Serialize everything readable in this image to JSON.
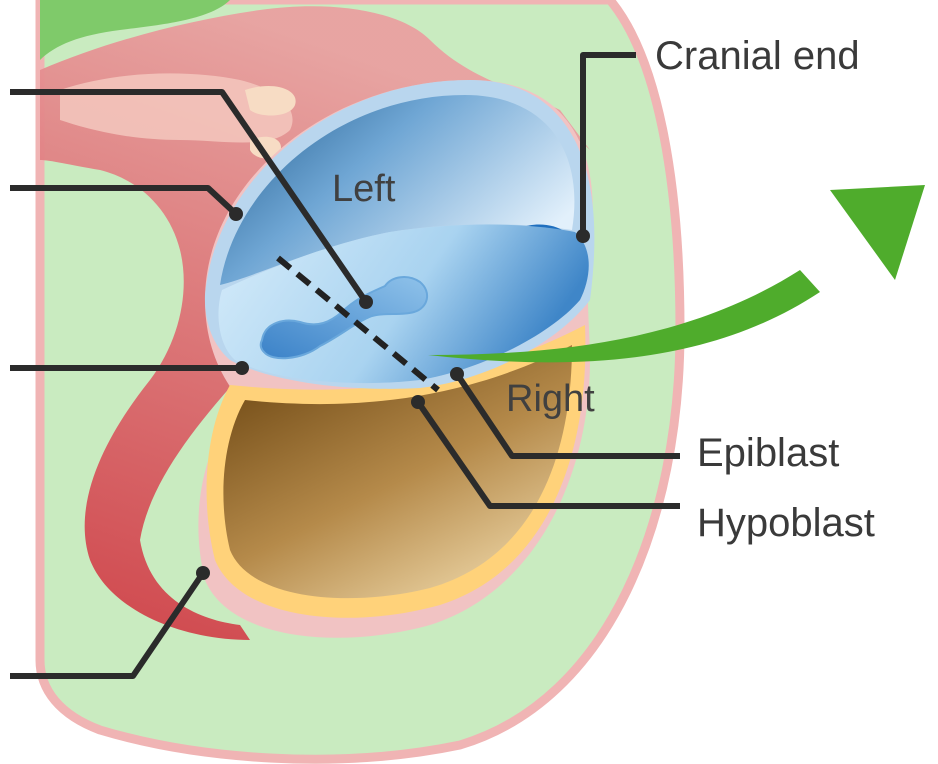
{
  "labels": {
    "cranial_end": "Cranial end",
    "left": "Left",
    "right": "Right",
    "epiblast": "Epiblast",
    "hypoblast": "Hypoblast"
  },
  "colors": {
    "background": "#ffffff",
    "chorionic_cavity": "#c9ebc0",
    "outer_membrane": "#f0b4b4",
    "tissue": "#e89a98",
    "tissue_dark": "#cf5c5c",
    "amnion_blue_dark": "#1f5a8c",
    "amnion_blue_light": "#e2f0fb",
    "epiblast_disc": "#bfe0f5",
    "yolk_sac_dark": "#6b4511",
    "yolk_sac_light": "#e6c692",
    "hypoblast_rim": "#ffd27a",
    "arrow_green": "#4fac2c",
    "leader_line": "#2b2b2b"
  },
  "icons": [
    "green-direction-arrow",
    "primitive-streak-shape"
  ]
}
